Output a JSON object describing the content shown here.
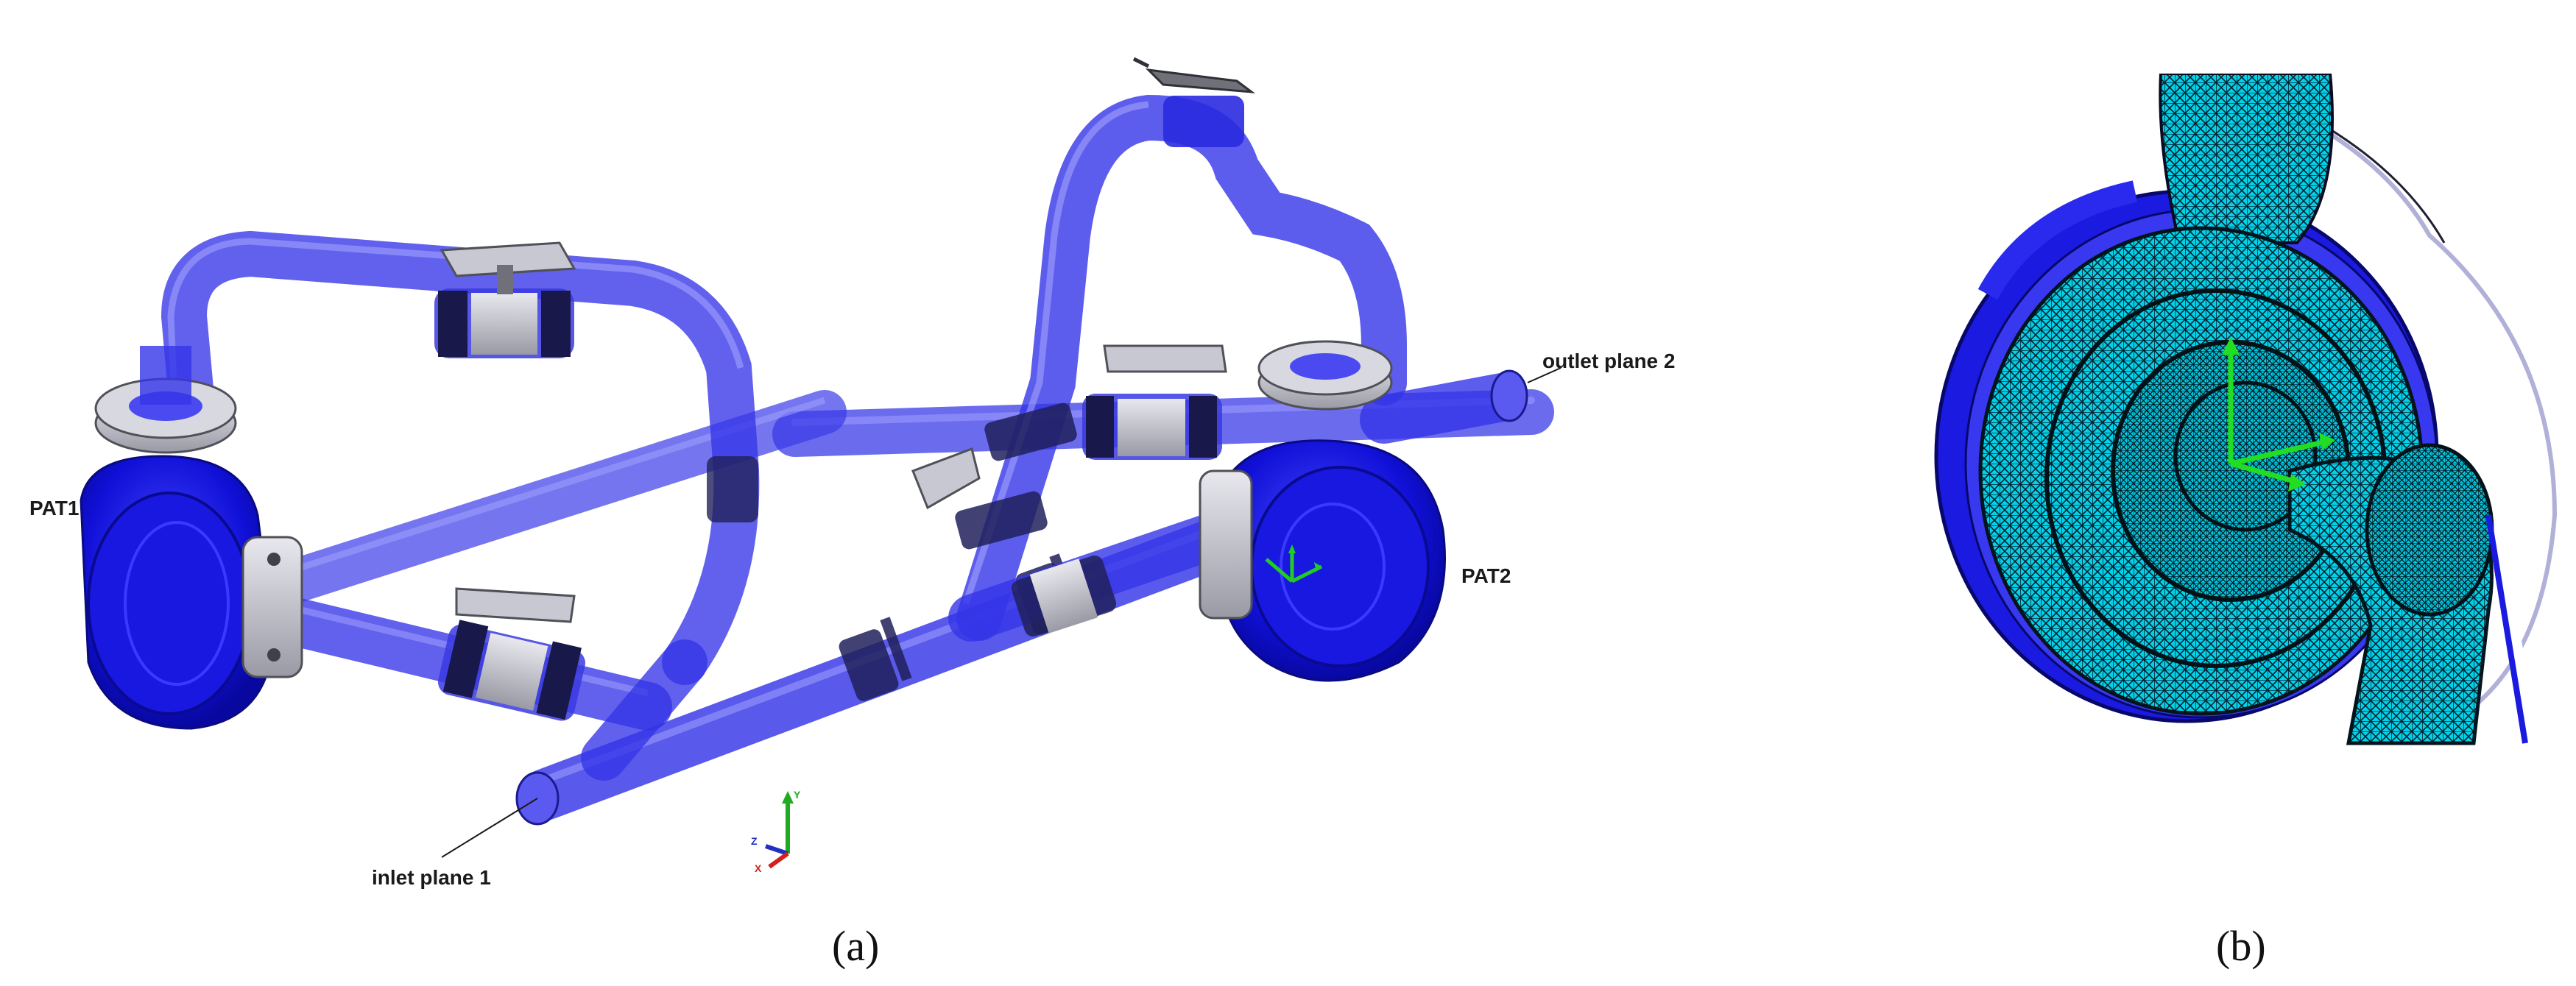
{
  "figure": {
    "panel_a": {
      "caption": "(a)",
      "labels": {
        "pat1": "PAT1",
        "pat2": "PAT2",
        "inlet": "inlet plane 1",
        "outlet": "outlet plane 2"
      },
      "triad": {
        "x": "X",
        "y": "Y",
        "z": "Z"
      }
    },
    "panel_b": {
      "caption": "(b)"
    }
  },
  "colors": {
    "pipe": "#3535e8",
    "pipe_light": "#7a7aff",
    "pump": "#1414dc",
    "fitting": "#8a8a95",
    "mesh": "#00d8ee",
    "mesh_dark": "#0a1a24",
    "axis_green": "#22cc22",
    "axis_red": "#d02020",
    "axis_blue": "#2030c0"
  }
}
